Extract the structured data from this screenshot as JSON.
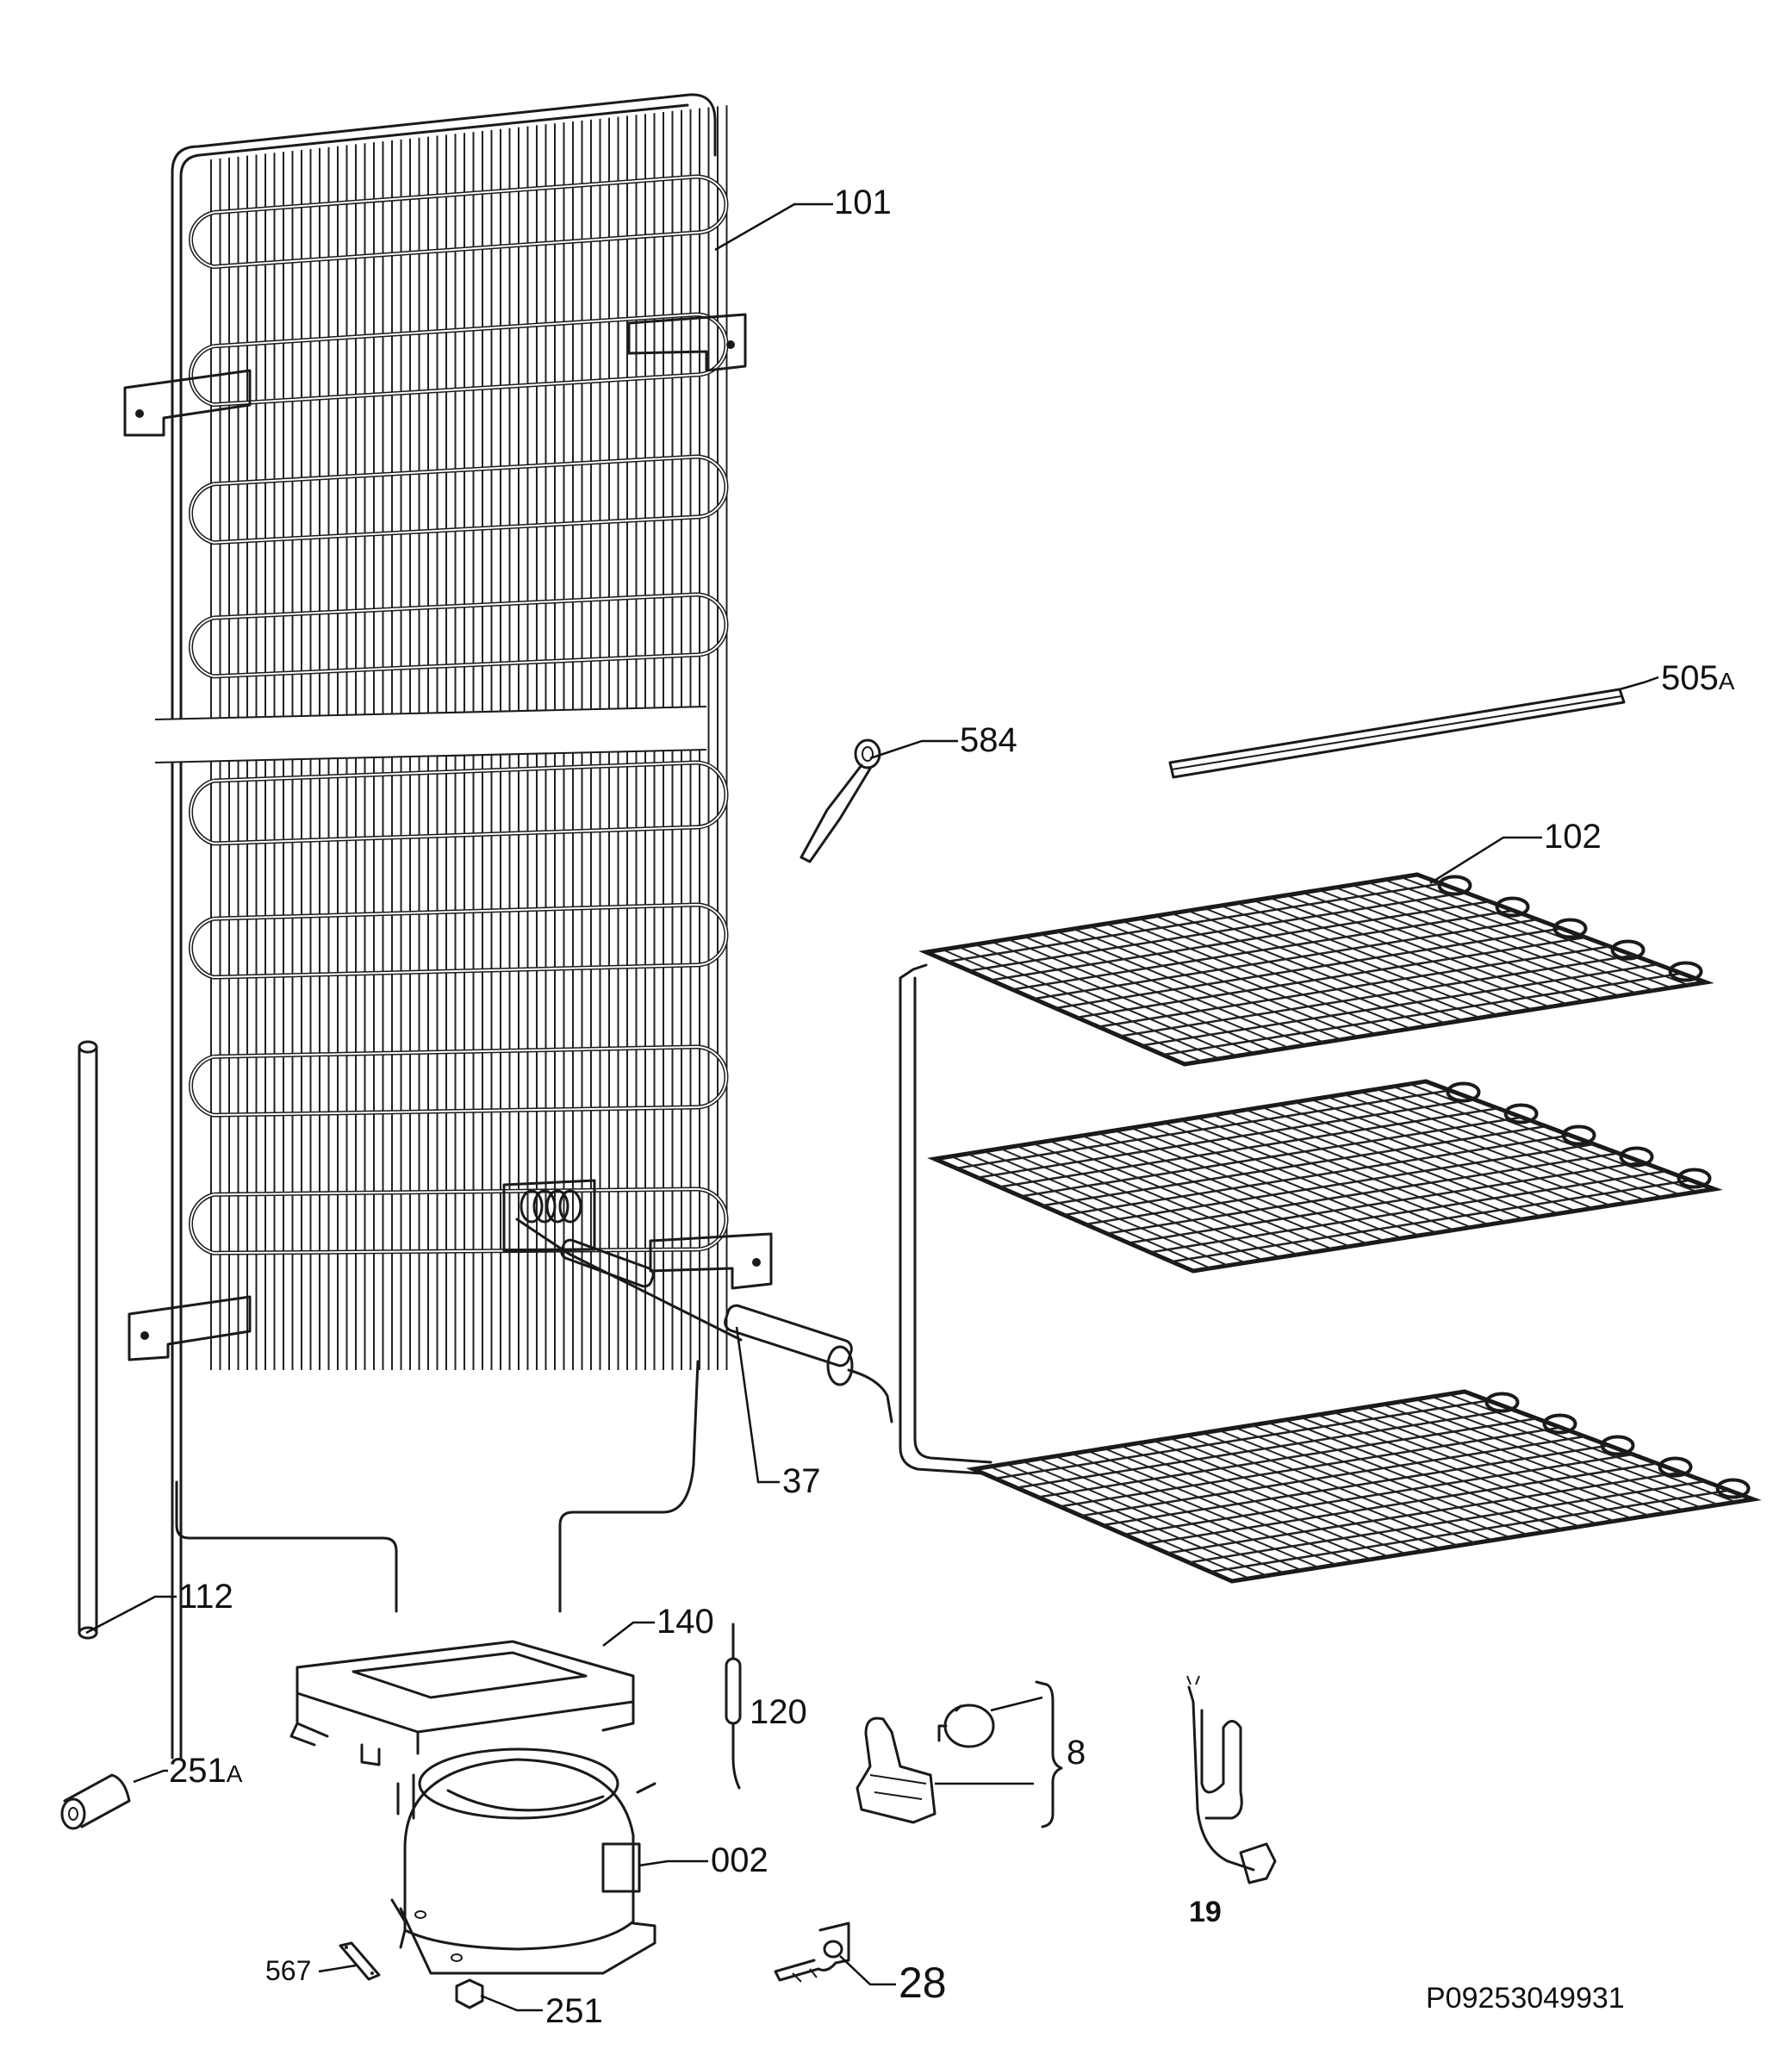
{
  "drawing_code": "P09253049931",
  "parts": [
    {
      "id": "p101",
      "label": "101",
      "name": "condenser"
    },
    {
      "id": "p505a",
      "label": "505",
      "suffix": "A",
      "name": "strip"
    },
    {
      "id": "p584",
      "label": "584",
      "name": "clip"
    },
    {
      "id": "p102",
      "label": "102",
      "name": "evaporator-shelves"
    },
    {
      "id": "p37",
      "label": "37",
      "name": "filter-drier"
    },
    {
      "id": "p112",
      "label": "112",
      "name": "tube"
    },
    {
      "id": "p140",
      "label": "140",
      "name": "compressor-tray"
    },
    {
      "id": "p120",
      "label": "120",
      "name": "capillary"
    },
    {
      "id": "p8",
      "label": "8",
      "name": "relay-group"
    },
    {
      "id": "p251a",
      "label": "251",
      "suffix": "A",
      "name": "grommet"
    },
    {
      "id": "p002",
      "label": "002",
      "name": "compressor"
    },
    {
      "id": "p19",
      "label": "19",
      "name": "power-cord"
    },
    {
      "id": "p567",
      "label": "567",
      "name": "bracket-plate"
    },
    {
      "id": "p28",
      "label": "28",
      "name": "clamp"
    },
    {
      "id": "p251",
      "label": "251",
      "name": "nut"
    }
  ]
}
